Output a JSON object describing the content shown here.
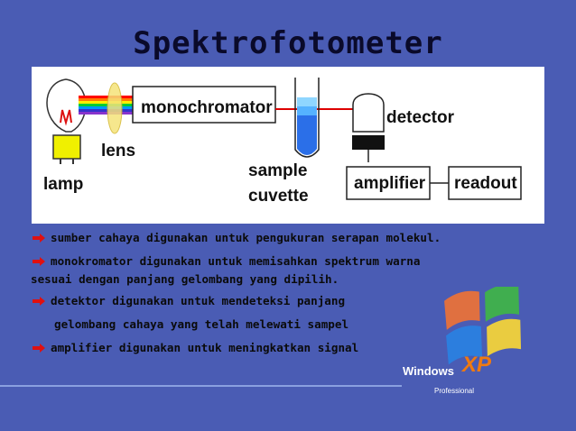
{
  "slide": {
    "title": "Spektrofotometer",
    "background_color": "#4a5cb4"
  },
  "diagram": {
    "labels": {
      "lamp": "lamp",
      "lens": "lens",
      "monochromator": "monochromator",
      "sample_line1": "sample",
      "sample_line2": "cuvette",
      "detector": "detector",
      "amplifier": "amplifier",
      "readout": "readout"
    }
  },
  "bullets": [
    {
      "has_icon": true,
      "text": "sumber cahaya digunakan untuk pengukuran serapan molekul."
    },
    {
      "has_icon": true,
      "text": "monokromator digunakan untuk memisahkan spektrum warna"
    },
    {
      "has_icon": false,
      "text": "sesuai dengan panjang gelombang yang dipilih."
    },
    {
      "has_icon": true,
      "text": "detektor digunakan untuk mendeteksi panjang"
    },
    {
      "has_icon": false,
      "text": "gelombang cahaya yang telah melewati sampel"
    },
    {
      "has_icon": true,
      "text": "amplifier digunakan untuk meningkatkan signal"
    }
  ],
  "bullet_icon": "red-arrow-icon",
  "logo": {
    "icon": "windows-flag-icon",
    "wordmark": "Windows",
    "mark": "XP",
    "edition": "Professional"
  }
}
